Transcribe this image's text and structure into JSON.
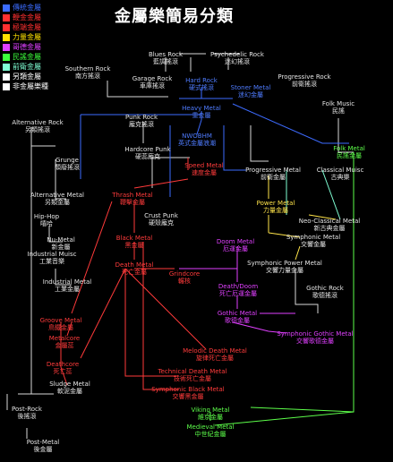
{
  "title": "金屬樂簡易分類",
  "legend": [
    {
      "label": "傳統金屬",
      "color": "#3b6cff"
    },
    {
      "label": "鞭金金屬",
      "color": "#ff3030"
    },
    {
      "label": "極端金屬",
      "color": "#ff3030"
    },
    {
      "label": "力量金屬",
      "color": "#ffe000"
    },
    {
      "label": "哥德金屬",
      "color": "#e040ff"
    },
    {
      "label": "民謠金屬",
      "color": "#3cff3c"
    },
    {
      "label": "前衛金屬",
      "color": "#7fffd4"
    },
    {
      "label": "另類金屬",
      "color": "#ffffff"
    },
    {
      "label": "非金屬樂種",
      "color": "#ffffff"
    }
  ],
  "nodes": {
    "blues_rock": {
      "en": "Blues Rock",
      "zh": "藍調搖滾"
    },
    "psychedelic_rock": {
      "en": "Psychedelic Rock",
      "zh": "迷幻搖滾"
    },
    "southern_rock": {
      "en": "Southern Rock",
      "zh": "南方搖滾"
    },
    "garage_rock": {
      "en": "Garage Rock",
      "zh": "車庫搖滾"
    },
    "hard_rock": {
      "en": "Hard Rock",
      "zh": "硬式搖滾"
    },
    "stoner_metal": {
      "en": "Stoner Metal",
      "zh": "迷幻金屬"
    },
    "progressive_rock": {
      "en": "Progressive Rock",
      "zh": "前衛搖滾"
    },
    "heavy_metal": {
      "en": "Heavy Metal",
      "zh": "重金屬"
    },
    "folk_music": {
      "en": "Folk Music",
      "zh": "民謠"
    },
    "alternative_rock": {
      "en": "Alternative Rock",
      "zh": "另類搖滾"
    },
    "punk_rock": {
      "en": "Punk Rock",
      "zh": "龐克搖滾"
    },
    "nwobhm": {
      "en": "NWOBHM",
      "zh": "英式金屬浪潮"
    },
    "grunge": {
      "en": "Grunge",
      "zh": "頹廢搖滾"
    },
    "hardcore_punk": {
      "en": "Hardcore Punk",
      "zh": "硬蕊龐克"
    },
    "speed_metal": {
      "en": "Speed Metal",
      "zh": "速度金屬"
    },
    "progressive_metal": {
      "en": "Progressive Metal",
      "zh": "前衛金屬"
    },
    "folk_metal": {
      "en": "Folk Metal",
      "zh": "民謠金屬"
    },
    "classical_music": {
      "en": "Classical Muisc",
      "zh": "古典樂"
    },
    "alternative_metal": {
      "en": "Alternative Metal",
      "zh": "另類金屬"
    },
    "thrash_metal": {
      "en": "Thrash Metal",
      "zh": "鞭擊金屬"
    },
    "power_metal": {
      "en": "Power Metal",
      "zh": "力量金屬"
    },
    "hip_hop": {
      "en": "Hip-Hop",
      "zh": "嘻哈"
    },
    "crust_punk": {
      "en": "Crust Punk",
      "zh": "硬殼龐克"
    },
    "neo_classical_metal": {
      "en": "Neo-Classical Metal",
      "zh": "新古典金屬"
    },
    "nu_metal": {
      "en": "Nu-Metal",
      "zh": "新金屬"
    },
    "black_metal": {
      "en": "Black Metal",
      "zh": "黑金屬"
    },
    "doom_metal": {
      "en": "Doom Metal",
      "zh": "厄運金屬"
    },
    "symphonic_metal": {
      "en": "Symphonic Metal",
      "zh": "交響金屬"
    },
    "industrial_music": {
      "en": "Industrial Muisc",
      "zh": "工業音樂"
    },
    "symphonic_power_metal": {
      "en": "Symphonic Power Metal",
      "zh": "交響力量金屬"
    },
    "death_metal": {
      "en": "Death Metal",
      "zh": "死亡金屬"
    },
    "grindcore": {
      "en": "Grindcore",
      "zh": "輾核"
    },
    "death_doom": {
      "en": "Death/Doom",
      "zh": "死亡厄運金屬"
    },
    "industrial_metal": {
      "en": "Industrial Metal",
      "zh": "工業金屬"
    },
    "gothic_rock": {
      "en": "Gothic Rock",
      "zh": "歌德搖滾"
    },
    "gothic_metal": {
      "en": "Gothic Metal",
      "zh": "歌德金屬"
    },
    "groove_metal": {
      "en": "Groove Metal",
      "zh": "鳥鐵金屬"
    },
    "symphonic_gothic_metal": {
      "en": "Symphonic Gothic Metal",
      "zh": "交響歌德金屬"
    },
    "metalcore": {
      "en": "Metalcore",
      "zh": "金屬蕊"
    },
    "melodic_death_metal": {
      "en": "Melodic Death Metal",
      "zh": "旋律死亡金屬"
    },
    "deathcore": {
      "en": "Deathcore",
      "zh": "死亡蕊"
    },
    "technical_death_metal": {
      "en": "Technical Death Metal",
      "zh": "技術死亡金屬"
    },
    "sludge_metal": {
      "en": "Sludge Metal",
      "zh": "軟泥金屬"
    },
    "symphonic_black_metal": {
      "en": "Symphonic Black Metal",
      "zh": "交響黑金屬"
    },
    "post_rock": {
      "en": "Post-Rock",
      "zh": "後搖滾"
    },
    "viking_metal": {
      "en": "Viking Metal",
      "zh": "維京金屬"
    },
    "medieval_metal": {
      "en": "Medieval Metal",
      "zh": "中世紀金屬"
    },
    "post_metal": {
      "en": "Post-Metal",
      "zh": "後金屬"
    }
  }
}
